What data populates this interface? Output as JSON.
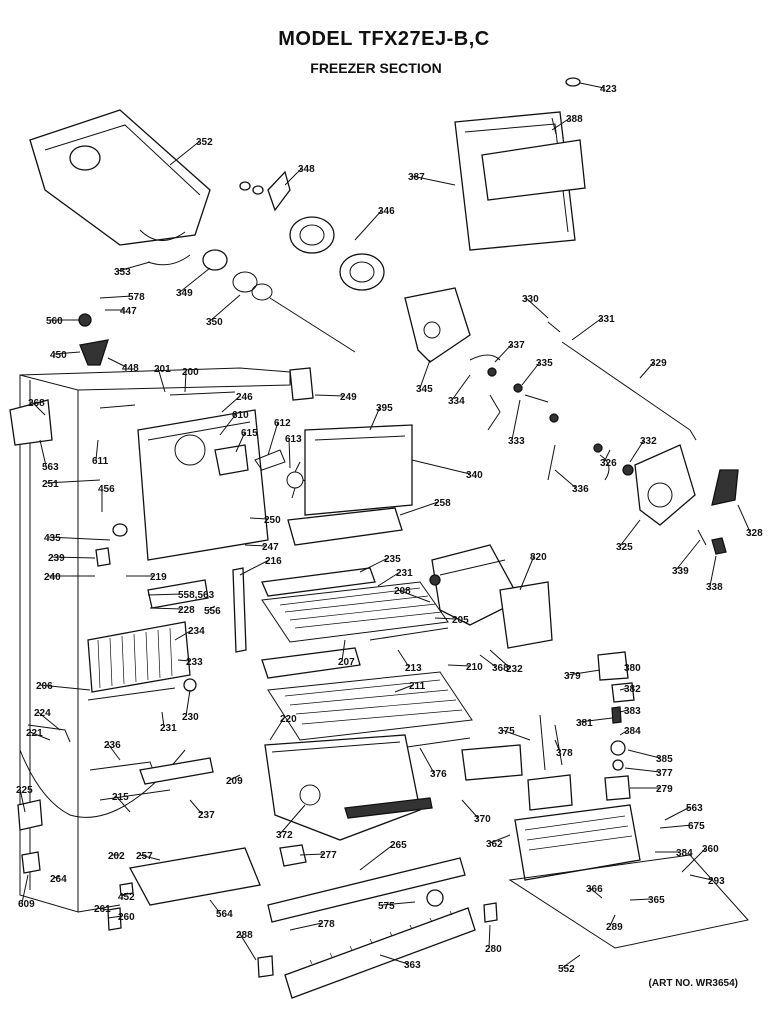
{
  "header": {
    "model": "MODEL TFX27EJ-B,C",
    "section": "FREEZER SECTION"
  },
  "footer": {
    "art_no": "(ART NO. WR3654)"
  },
  "part_labels": [
    "423",
    "352",
    "348",
    "346",
    "387",
    "388",
    "353",
    "349",
    "350",
    "578",
    "447",
    "560",
    "450",
    "448",
    "330",
    "331",
    "329",
    "337",
    "335",
    "334",
    "333",
    "345",
    "201",
    "200",
    "246",
    "249",
    "610",
    "612",
    "613",
    "615",
    "611",
    "268",
    "563",
    "251",
    "395",
    "340",
    "326",
    "336",
    "332",
    "328",
    "325",
    "339",
    "338",
    "456",
    "250",
    "258",
    "435",
    "247",
    "239",
    "240",
    "219",
    "216",
    "235",
    "231",
    "208",
    "205",
    "820",
    "558,563",
    "228",
    "556",
    "234",
    "233",
    "213",
    "207",
    "210",
    "368",
    "232",
    "206",
    "211",
    "220",
    "230",
    "231",
    "224",
    "221",
    "236",
    "209",
    "376",
    "375",
    "378",
    "379",
    "380",
    "382",
    "383",
    "381",
    "384",
    "385",
    "377",
    "279",
    "225",
    "215",
    "237",
    "372",
    "370",
    "362",
    "563",
    "675",
    "384",
    "360",
    "293",
    "202",
    "257",
    "277",
    "265",
    "264",
    "609",
    "452",
    "261",
    "260",
    "564",
    "278",
    "575",
    "366",
    "365",
    "289",
    "280",
    "288",
    "363",
    "552"
  ]
}
